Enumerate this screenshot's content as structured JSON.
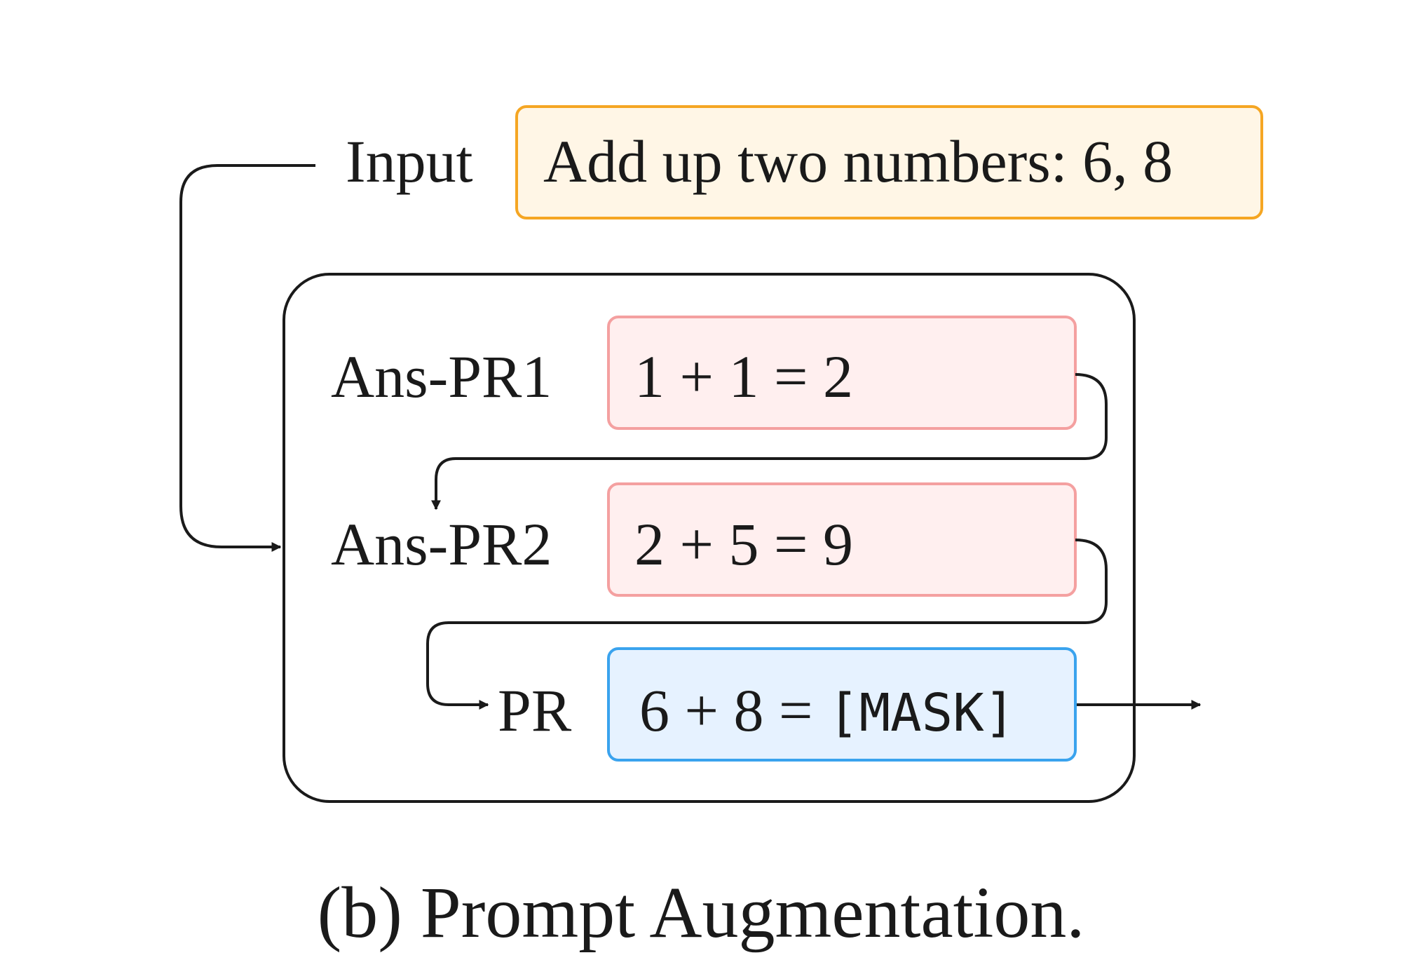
{
  "input": {
    "label": "Input",
    "text": "Add up two numbers: 6, 8"
  },
  "prompts": [
    {
      "label": "Ans-PR1",
      "expr": "1 + 1 = 2"
    },
    {
      "label": "Ans-PR2",
      "expr": "2 + 5 = 9"
    }
  ],
  "target": {
    "label": "PR",
    "expr_prefix": "6 + 8 = ",
    "mask_token": "[MASK]"
  },
  "caption": "(b) Prompt Augmentation.",
  "colors": {
    "input_border": "#f5a623",
    "input_fill": "#fff6e6",
    "answer_border": "#f4a0a0",
    "answer_fill": "#ffefef",
    "target_border": "#3aa3ee",
    "target_fill": "#e6f2ff",
    "line": "#1a1a1a"
  }
}
